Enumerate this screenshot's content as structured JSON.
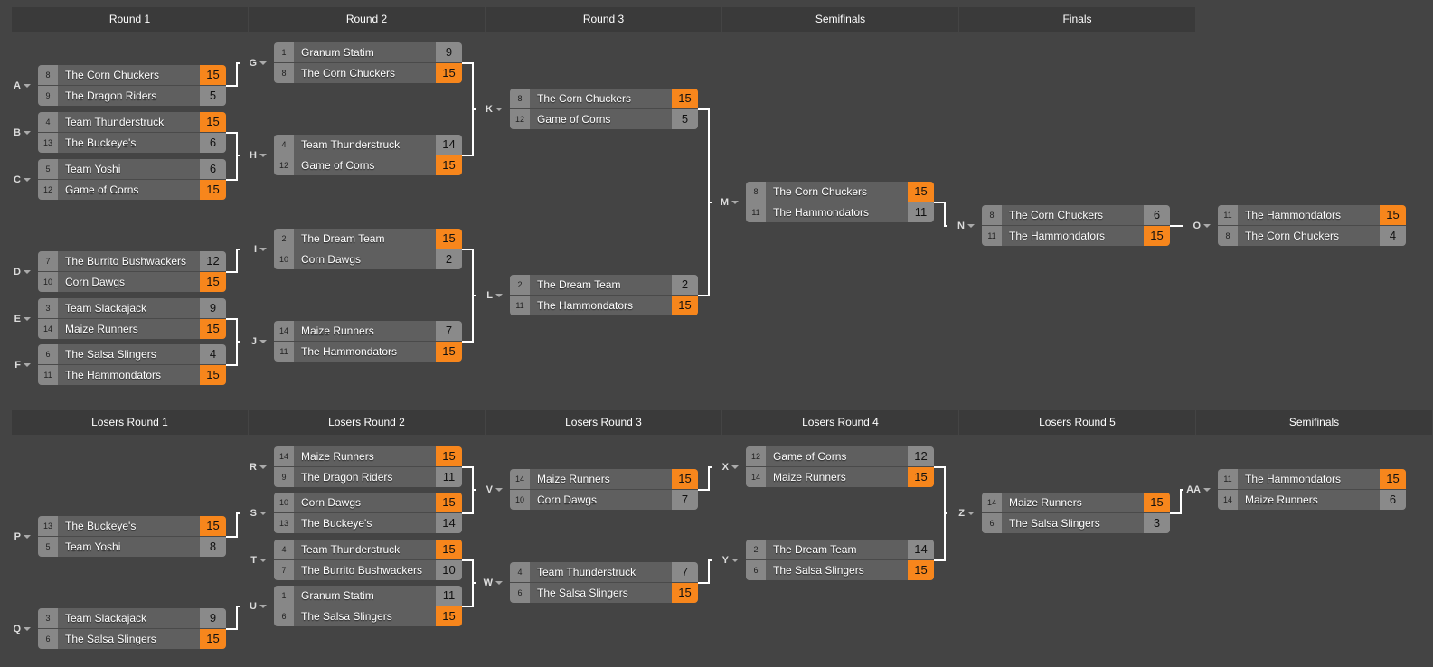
{
  "winners_headers": [
    "Round 1",
    "Round 2",
    "Round 3",
    "Semifinals",
    "Finals"
  ],
  "losers_headers": [
    "Losers Round 1",
    "Losers Round 2",
    "Losers Round 3",
    "Losers Round 4",
    "Losers Round 5",
    "Semifinals"
  ],
  "colors": {
    "winner": "#f7861c",
    "background": "#444444"
  },
  "matches": [
    {
      "id": "A",
      "teams": [
        {
          "seed": "8",
          "name": "The Corn Chuckers",
          "score": "15",
          "win": true
        },
        {
          "seed": "9",
          "name": "The Dragon Riders",
          "score": "5"
        }
      ]
    },
    {
      "id": "B",
      "teams": [
        {
          "seed": "4",
          "name": "Team Thunderstruck",
          "score": "15",
          "win": true
        },
        {
          "seed": "13",
          "name": "The Buckeye's",
          "score": "6"
        }
      ]
    },
    {
      "id": "C",
      "teams": [
        {
          "seed": "5",
          "name": "Team Yoshi",
          "score": "6"
        },
        {
          "seed": "12",
          "name": "Game of Corns",
          "score": "15",
          "win": true
        }
      ]
    },
    {
      "id": "D",
      "teams": [
        {
          "seed": "7",
          "name": "The Burrito Bushwackers",
          "score": "12"
        },
        {
          "seed": "10",
          "name": "Corn Dawgs",
          "score": "15",
          "win": true
        }
      ]
    },
    {
      "id": "E",
      "teams": [
        {
          "seed": "3",
          "name": "Team Slackajack",
          "score": "9"
        },
        {
          "seed": "14",
          "name": "Maize Runners",
          "score": "15",
          "win": true
        }
      ]
    },
    {
      "id": "F",
      "teams": [
        {
          "seed": "6",
          "name": "The Salsa Slingers",
          "score": "4"
        },
        {
          "seed": "11",
          "name": "The Hammondators",
          "score": "15",
          "win": true
        }
      ]
    },
    {
      "id": "G",
      "teams": [
        {
          "seed": "1",
          "name": "Granum Statim",
          "score": "9"
        },
        {
          "seed": "8",
          "name": "The Corn Chuckers",
          "score": "15",
          "win": true
        }
      ]
    },
    {
      "id": "H",
      "teams": [
        {
          "seed": "4",
          "name": "Team Thunderstruck",
          "score": "14"
        },
        {
          "seed": "12",
          "name": "Game of Corns",
          "score": "15",
          "win": true
        }
      ]
    },
    {
      "id": "I",
      "teams": [
        {
          "seed": "2",
          "name": "The Dream Team",
          "score": "15",
          "win": true
        },
        {
          "seed": "10",
          "name": "Corn Dawgs",
          "score": "2"
        }
      ]
    },
    {
      "id": "J",
      "teams": [
        {
          "seed": "14",
          "name": "Maize Runners",
          "score": "7"
        },
        {
          "seed": "11",
          "name": "The Hammondators",
          "score": "15",
          "win": true
        }
      ]
    },
    {
      "id": "K",
      "teams": [
        {
          "seed": "8",
          "name": "The Corn Chuckers",
          "score": "15",
          "win": true
        },
        {
          "seed": "12",
          "name": "Game of Corns",
          "score": "5"
        }
      ]
    },
    {
      "id": "L",
      "teams": [
        {
          "seed": "2",
          "name": "The Dream Team",
          "score": "2"
        },
        {
          "seed": "11",
          "name": "The Hammondators",
          "score": "15",
          "win": true
        }
      ]
    },
    {
      "id": "M",
      "teams": [
        {
          "seed": "8",
          "name": "The Corn Chuckers",
          "score": "15",
          "win": true
        },
        {
          "seed": "11",
          "name": "The Hammondators",
          "score": "11"
        }
      ]
    },
    {
      "id": "N",
      "teams": [
        {
          "seed": "8",
          "name": "The Corn Chuckers",
          "score": "6"
        },
        {
          "seed": "11",
          "name": "The Hammondators",
          "score": "15",
          "win": true
        }
      ]
    },
    {
      "id": "O",
      "teams": [
        {
          "seed": "11",
          "name": "The Hammondators",
          "score": "15",
          "win": true
        },
        {
          "seed": "8",
          "name": "The Corn Chuckers",
          "score": "4"
        }
      ]
    },
    {
      "id": "P",
      "teams": [
        {
          "seed": "13",
          "name": "The Buckeye's",
          "score": "15",
          "win": true
        },
        {
          "seed": "5",
          "name": "Team Yoshi",
          "score": "8"
        }
      ]
    },
    {
      "id": "Q",
      "teams": [
        {
          "seed": "3",
          "name": "Team Slackajack",
          "score": "9"
        },
        {
          "seed": "6",
          "name": "The Salsa Slingers",
          "score": "15",
          "win": true
        }
      ]
    },
    {
      "id": "R",
      "teams": [
        {
          "seed": "14",
          "name": "Maize Runners",
          "score": "15",
          "win": true
        },
        {
          "seed": "9",
          "name": "The Dragon Riders",
          "score": "11"
        }
      ]
    },
    {
      "id": "S",
      "teams": [
        {
          "seed": "10",
          "name": "Corn Dawgs",
          "score": "15",
          "win": true
        },
        {
          "seed": "13",
          "name": "The Buckeye's",
          "score": "14"
        }
      ]
    },
    {
      "id": "T",
      "teams": [
        {
          "seed": "4",
          "name": "Team Thunderstruck",
          "score": "15",
          "win": true
        },
        {
          "seed": "7",
          "name": "The Burrito Bushwackers",
          "score": "10"
        }
      ]
    },
    {
      "id": "U",
      "teams": [
        {
          "seed": "1",
          "name": "Granum Statim",
          "score": "11"
        },
        {
          "seed": "6",
          "name": "The Salsa Slingers",
          "score": "15",
          "win": true
        }
      ]
    },
    {
      "id": "V",
      "teams": [
        {
          "seed": "14",
          "name": "Maize Runners",
          "score": "15",
          "win": true
        },
        {
          "seed": "10",
          "name": "Corn Dawgs",
          "score": "7"
        }
      ]
    },
    {
      "id": "W",
      "teams": [
        {
          "seed": "4",
          "name": "Team Thunderstruck",
          "score": "7"
        },
        {
          "seed": "6",
          "name": "The Salsa Slingers",
          "score": "15",
          "win": true
        }
      ]
    },
    {
      "id": "X",
      "teams": [
        {
          "seed": "12",
          "name": "Game of Corns",
          "score": "12"
        },
        {
          "seed": "14",
          "name": "Maize Runners",
          "score": "15",
          "win": true
        }
      ]
    },
    {
      "id": "Y",
      "teams": [
        {
          "seed": "2",
          "name": "The Dream Team",
          "score": "14"
        },
        {
          "seed": "6",
          "name": "The Salsa Slingers",
          "score": "15",
          "win": true
        }
      ]
    },
    {
      "id": "Z",
      "teams": [
        {
          "seed": "14",
          "name": "Maize Runners",
          "score": "15",
          "win": true
        },
        {
          "seed": "6",
          "name": "The Salsa Slingers",
          "score": "3"
        }
      ]
    },
    {
      "id": "AA",
      "teams": [
        {
          "seed": "11",
          "name": "The Hammondators",
          "score": "15",
          "win": true
        },
        {
          "seed": "14",
          "name": "Maize Runners",
          "score": "6"
        }
      ]
    }
  ]
}
